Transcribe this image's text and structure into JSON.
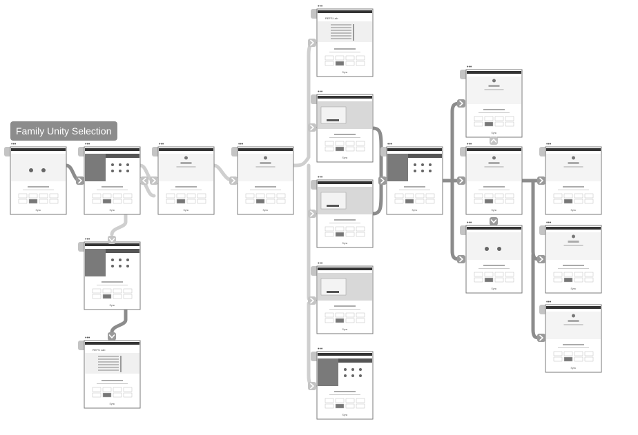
{
  "flow_title": "Family Unity Selection",
  "screen_menu_label": "•••",
  "page_header_text": "REFS Lab",
  "footer_text": "Sync",
  "colors": {
    "connector": "#8c8c8c",
    "connector_light": "#cfcfcf",
    "nav_button": "#9a9a9a",
    "nav_button_light": "#c4c4c4",
    "frame_border": "#7a7a7a",
    "dark_panel": "#7a7a7a"
  },
  "screens": [
    {
      "id": "s1",
      "type": "home"
    },
    {
      "id": "s2",
      "type": "hero"
    },
    {
      "id": "s3",
      "type": "plain"
    },
    {
      "id": "s4",
      "type": "plain"
    },
    {
      "id": "s5",
      "type": "hero"
    },
    {
      "id": "s6",
      "type": "form"
    },
    {
      "id": "s7",
      "type": "form"
    },
    {
      "id": "s8",
      "type": "modal"
    },
    {
      "id": "s9",
      "type": "modal"
    },
    {
      "id": "s10",
      "type": "modal"
    },
    {
      "id": "s11",
      "type": "hero"
    },
    {
      "id": "s12",
      "type": "hero"
    },
    {
      "id": "s13",
      "type": "plain"
    },
    {
      "id": "s14",
      "type": "plain"
    },
    {
      "id": "s15",
      "type": "home"
    },
    {
      "id": "s16",
      "type": "plain"
    },
    {
      "id": "s17",
      "type": "plain"
    },
    {
      "id": "s18",
      "type": "plain"
    }
  ]
}
